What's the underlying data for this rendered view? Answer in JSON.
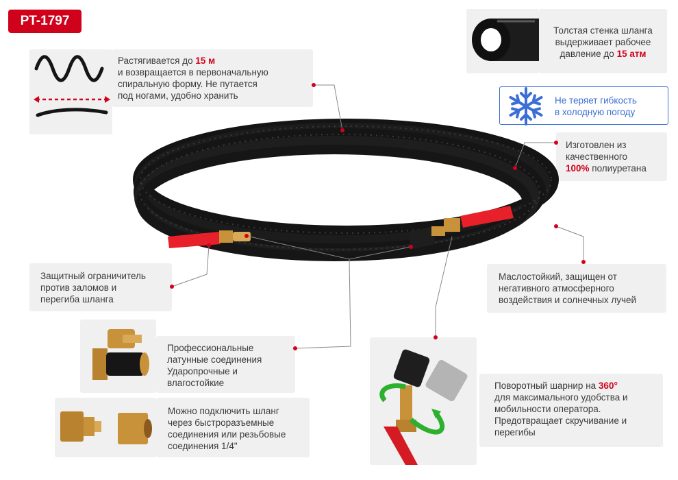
{
  "badge": "PT-1797",
  "features": {
    "stretch": {
      "pre": "Растягивается до ",
      "hl": "15 м",
      "lines": [
        "и возвращается в первоначальную",
        "спиральную форму. Не путается",
        "под ногами, удобно хранить"
      ]
    },
    "wall": {
      "lines": [
        "Толстая стенка шланга",
        "выдерживает рабочее"
      ],
      "pre3": "давление до ",
      "hl": "15 атм"
    },
    "cold": {
      "lines": [
        "Не теряет гибкость",
        "в холодную погоду"
      ]
    },
    "material": {
      "lines": [
        "Изготовлен из",
        "качественного"
      ],
      "hl": "100%",
      "post": " полиуретана"
    },
    "oil": {
      "lines": [
        "Маслостойкий, защищен от",
        "негативного атмосферного",
        "воздействия и солнечных лучей"
      ]
    },
    "protector": {
      "lines": [
        "Защитный ограничитель",
        "против заломов и",
        "перегиба шланга"
      ]
    },
    "brass": {
      "lines": [
        "Профессиональные",
        "латунные соединения",
        "Ударопрочные и",
        "влагостойкие"
      ]
    },
    "connect": {
      "lines": [
        "Можно подключить шланг",
        "через быстроразъемные",
        "соединения или резьбовые",
        "соединения 1/4\""
      ]
    },
    "swivel": {
      "pre": "Поворотный шарнир на ",
      "hl": "360°",
      "lines": [
        "для максимального удобства и",
        "мобильности оператора.",
        "Предотвращает скручивание и",
        "перегибы"
      ]
    }
  },
  "colors": {
    "accent": "#d0021b",
    "card": "#f0f0f0",
    "snow": "#3b6fd6",
    "hose": "#161616",
    "guard": "#e8202a",
    "brass": "#c8923a",
    "swivel_arrow": "#2db02d"
  },
  "icons": {
    "spring": "coil-spring-icon",
    "tube": "hose-section-icon",
    "snow": "snowflake-icon"
  }
}
